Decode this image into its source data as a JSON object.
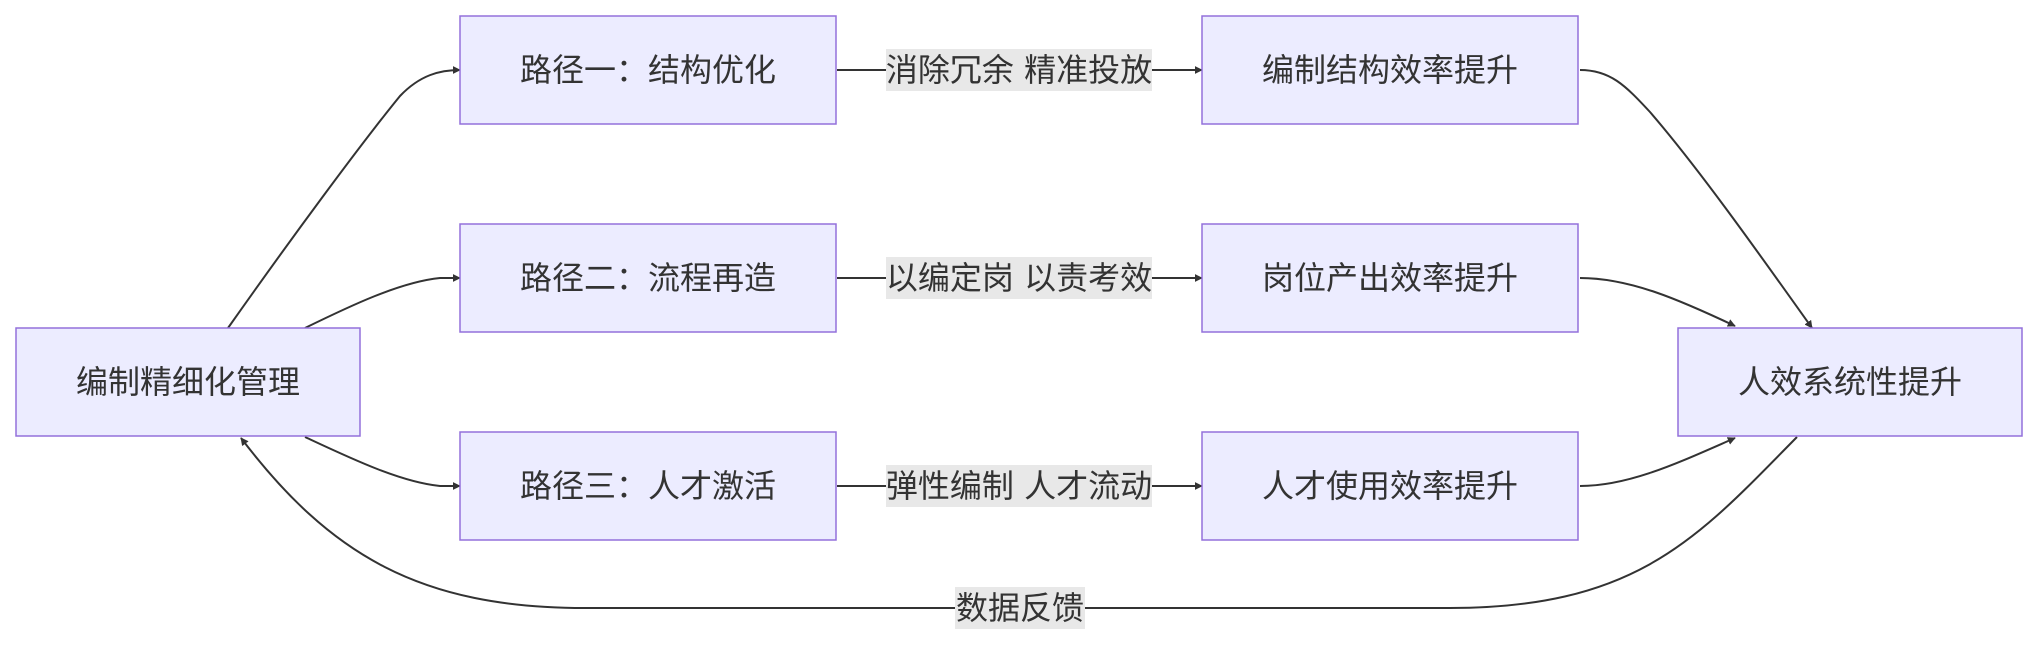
{
  "nodes": {
    "start": "编制精细化管理",
    "path1": "路径一：结构优化",
    "path2": "路径二：流程再造",
    "path3": "路径三：人才激活",
    "result1": "编制结构效率提升",
    "result2": "岗位产出效率提升",
    "result3": "人才使用效率提升",
    "end": "人效系统性提升"
  },
  "edge_labels": {
    "path1_result1": "消除冗余 精准投放",
    "path2_result2": "以编定岗 以责考效",
    "path3_result3": "弹性编制 人才流动",
    "feedback": "数据反馈"
  },
  "colors": {
    "node_fill": "#ECECFF",
    "node_stroke": "#9370DB",
    "edge": "#333333",
    "label_bg": "#E8E8E8",
    "text": "#333333"
  }
}
